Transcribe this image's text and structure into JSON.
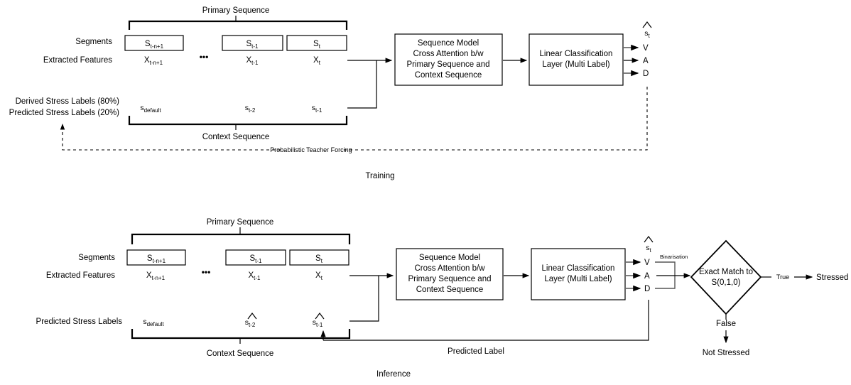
{
  "figure": {
    "title_training": "Training",
    "title_inference": "Inference"
  },
  "training": {
    "primary_sequence_label": "Primary Sequence",
    "context_sequence_label": "Context Sequence",
    "segments_label": "Segments",
    "extracted_features_label": "Extracted Features",
    "derived_labels_line1": "Derived Stress Labels (80%)",
    "derived_labels_line2": "Predicted Stress Labels (20%)",
    "feedback_label": "Probabilistic Teacher Forcing",
    "segments": [
      {
        "box": "S",
        "box_sub": "t-n+1",
        "feature": "X",
        "feature_sub": "t-n+1"
      },
      {
        "box": "S",
        "box_sub": "t-1",
        "feature": "X",
        "feature_sub": "t-1"
      },
      {
        "box": "S",
        "box_sub": "t",
        "feature": "X",
        "feature_sub": "t"
      }
    ],
    "ellipsis": "•••",
    "context_items": [
      {
        "sym": "s",
        "sub": "default",
        "hat": false
      },
      {
        "sym": "s",
        "sub": "t-2",
        "hat": false
      },
      {
        "sym": "s",
        "sub": "t-1",
        "hat": false
      }
    ],
    "model_box": {
      "line1": "Sequence Model",
      "line2": "Cross Attention b/w",
      "line3": "Primary Sequence and",
      "line4": "Context Sequence"
    },
    "classifier_box": {
      "line1": "Linear Classification",
      "line2": "Layer (Multi Label)"
    },
    "output_symbol": {
      "sym": "s",
      "sub": "t",
      "hat": true
    },
    "outputs": [
      "V",
      "A",
      "D"
    ]
  },
  "inference": {
    "primary_sequence_label": "Primary Sequence",
    "context_sequence_label": "Context Sequence",
    "segments_label": "Segments",
    "extracted_features_label": "Extracted Features",
    "predicted_labels_label": "Predicted Stress Labels",
    "predicted_label_feedback": "Predicted Label",
    "segments": [
      {
        "box": "S",
        "box_sub": "t-n+1",
        "feature": "X",
        "feature_sub": "t-n+1"
      },
      {
        "box": "S",
        "box_sub": "t-1",
        "feature": "X",
        "feature_sub": "t-1"
      },
      {
        "box": "S",
        "box_sub": "t",
        "feature": "X",
        "feature_sub": "t"
      }
    ],
    "ellipsis": "•••",
    "context_items": [
      {
        "sym": "s",
        "sub": "default",
        "hat": false
      },
      {
        "sym": "s",
        "sub": "t-2",
        "hat": true
      },
      {
        "sym": "s",
        "sub": "t-1",
        "hat": true
      }
    ],
    "model_box": {
      "line1": "Sequence Model",
      "line2": "Cross Attention b/w",
      "line3": "Primary Sequence and",
      "line4": "Context Sequence"
    },
    "classifier_box": {
      "line1": "Linear Classification",
      "line2": "Layer (Multi Label)"
    },
    "output_symbol": {
      "sym": "s",
      "sub": "t",
      "hat": true
    },
    "outputs": [
      "V",
      "A",
      "D"
    ],
    "binarisation_label": "Binarisation",
    "decision": {
      "line1": "Exact Match to",
      "line2": "S(0,1,0)"
    },
    "true_label": "True",
    "false_label": "False",
    "true_outcome": "Stressed",
    "false_outcome": "Not Stressed"
  },
  "colors": {
    "stroke": "#000000",
    "gray_stroke": "#555555",
    "background": "#ffffff"
  }
}
